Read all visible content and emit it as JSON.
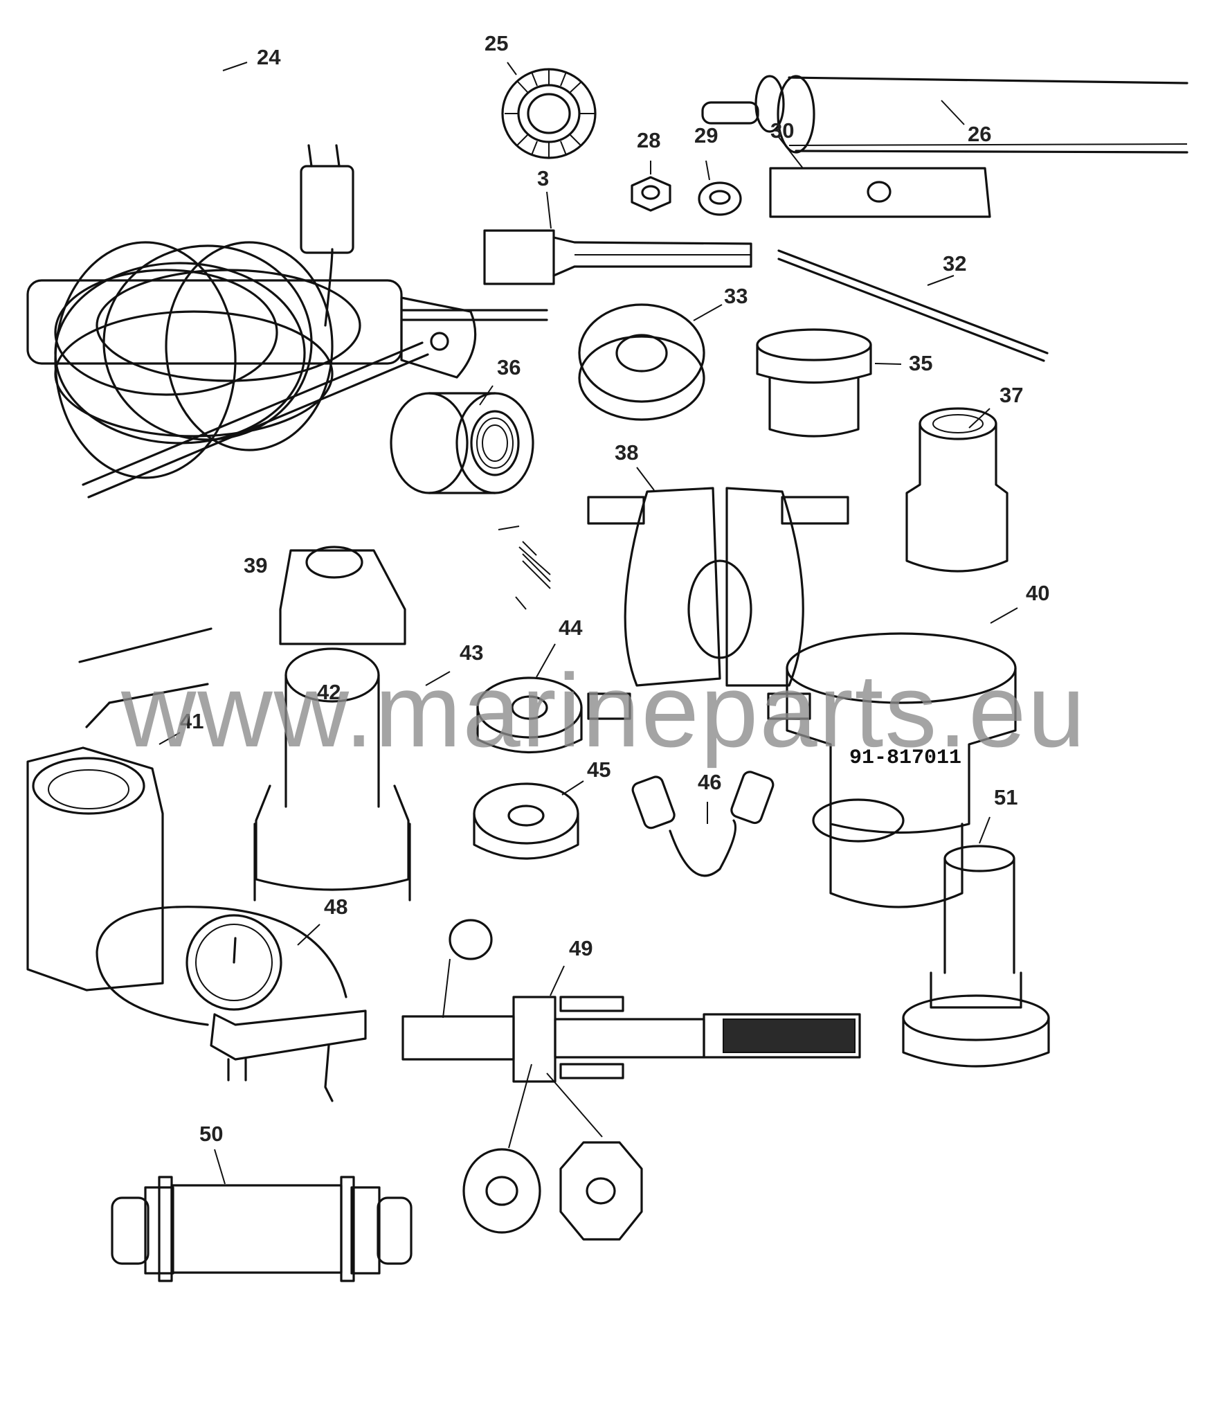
{
  "diagram": {
    "watermark": "www.marineparts.eu",
    "stamp_text": "91-817011",
    "callouts": [
      "24",
      "25",
      "26",
      "28",
      "29",
      "30",
      "3",
      "32",
      "33",
      "35",
      "36",
      "37",
      "38",
      "39",
      "40",
      "41",
      "42",
      "43",
      "44",
      "45",
      "46",
      "48",
      "49",
      "50",
      "51"
    ]
  }
}
